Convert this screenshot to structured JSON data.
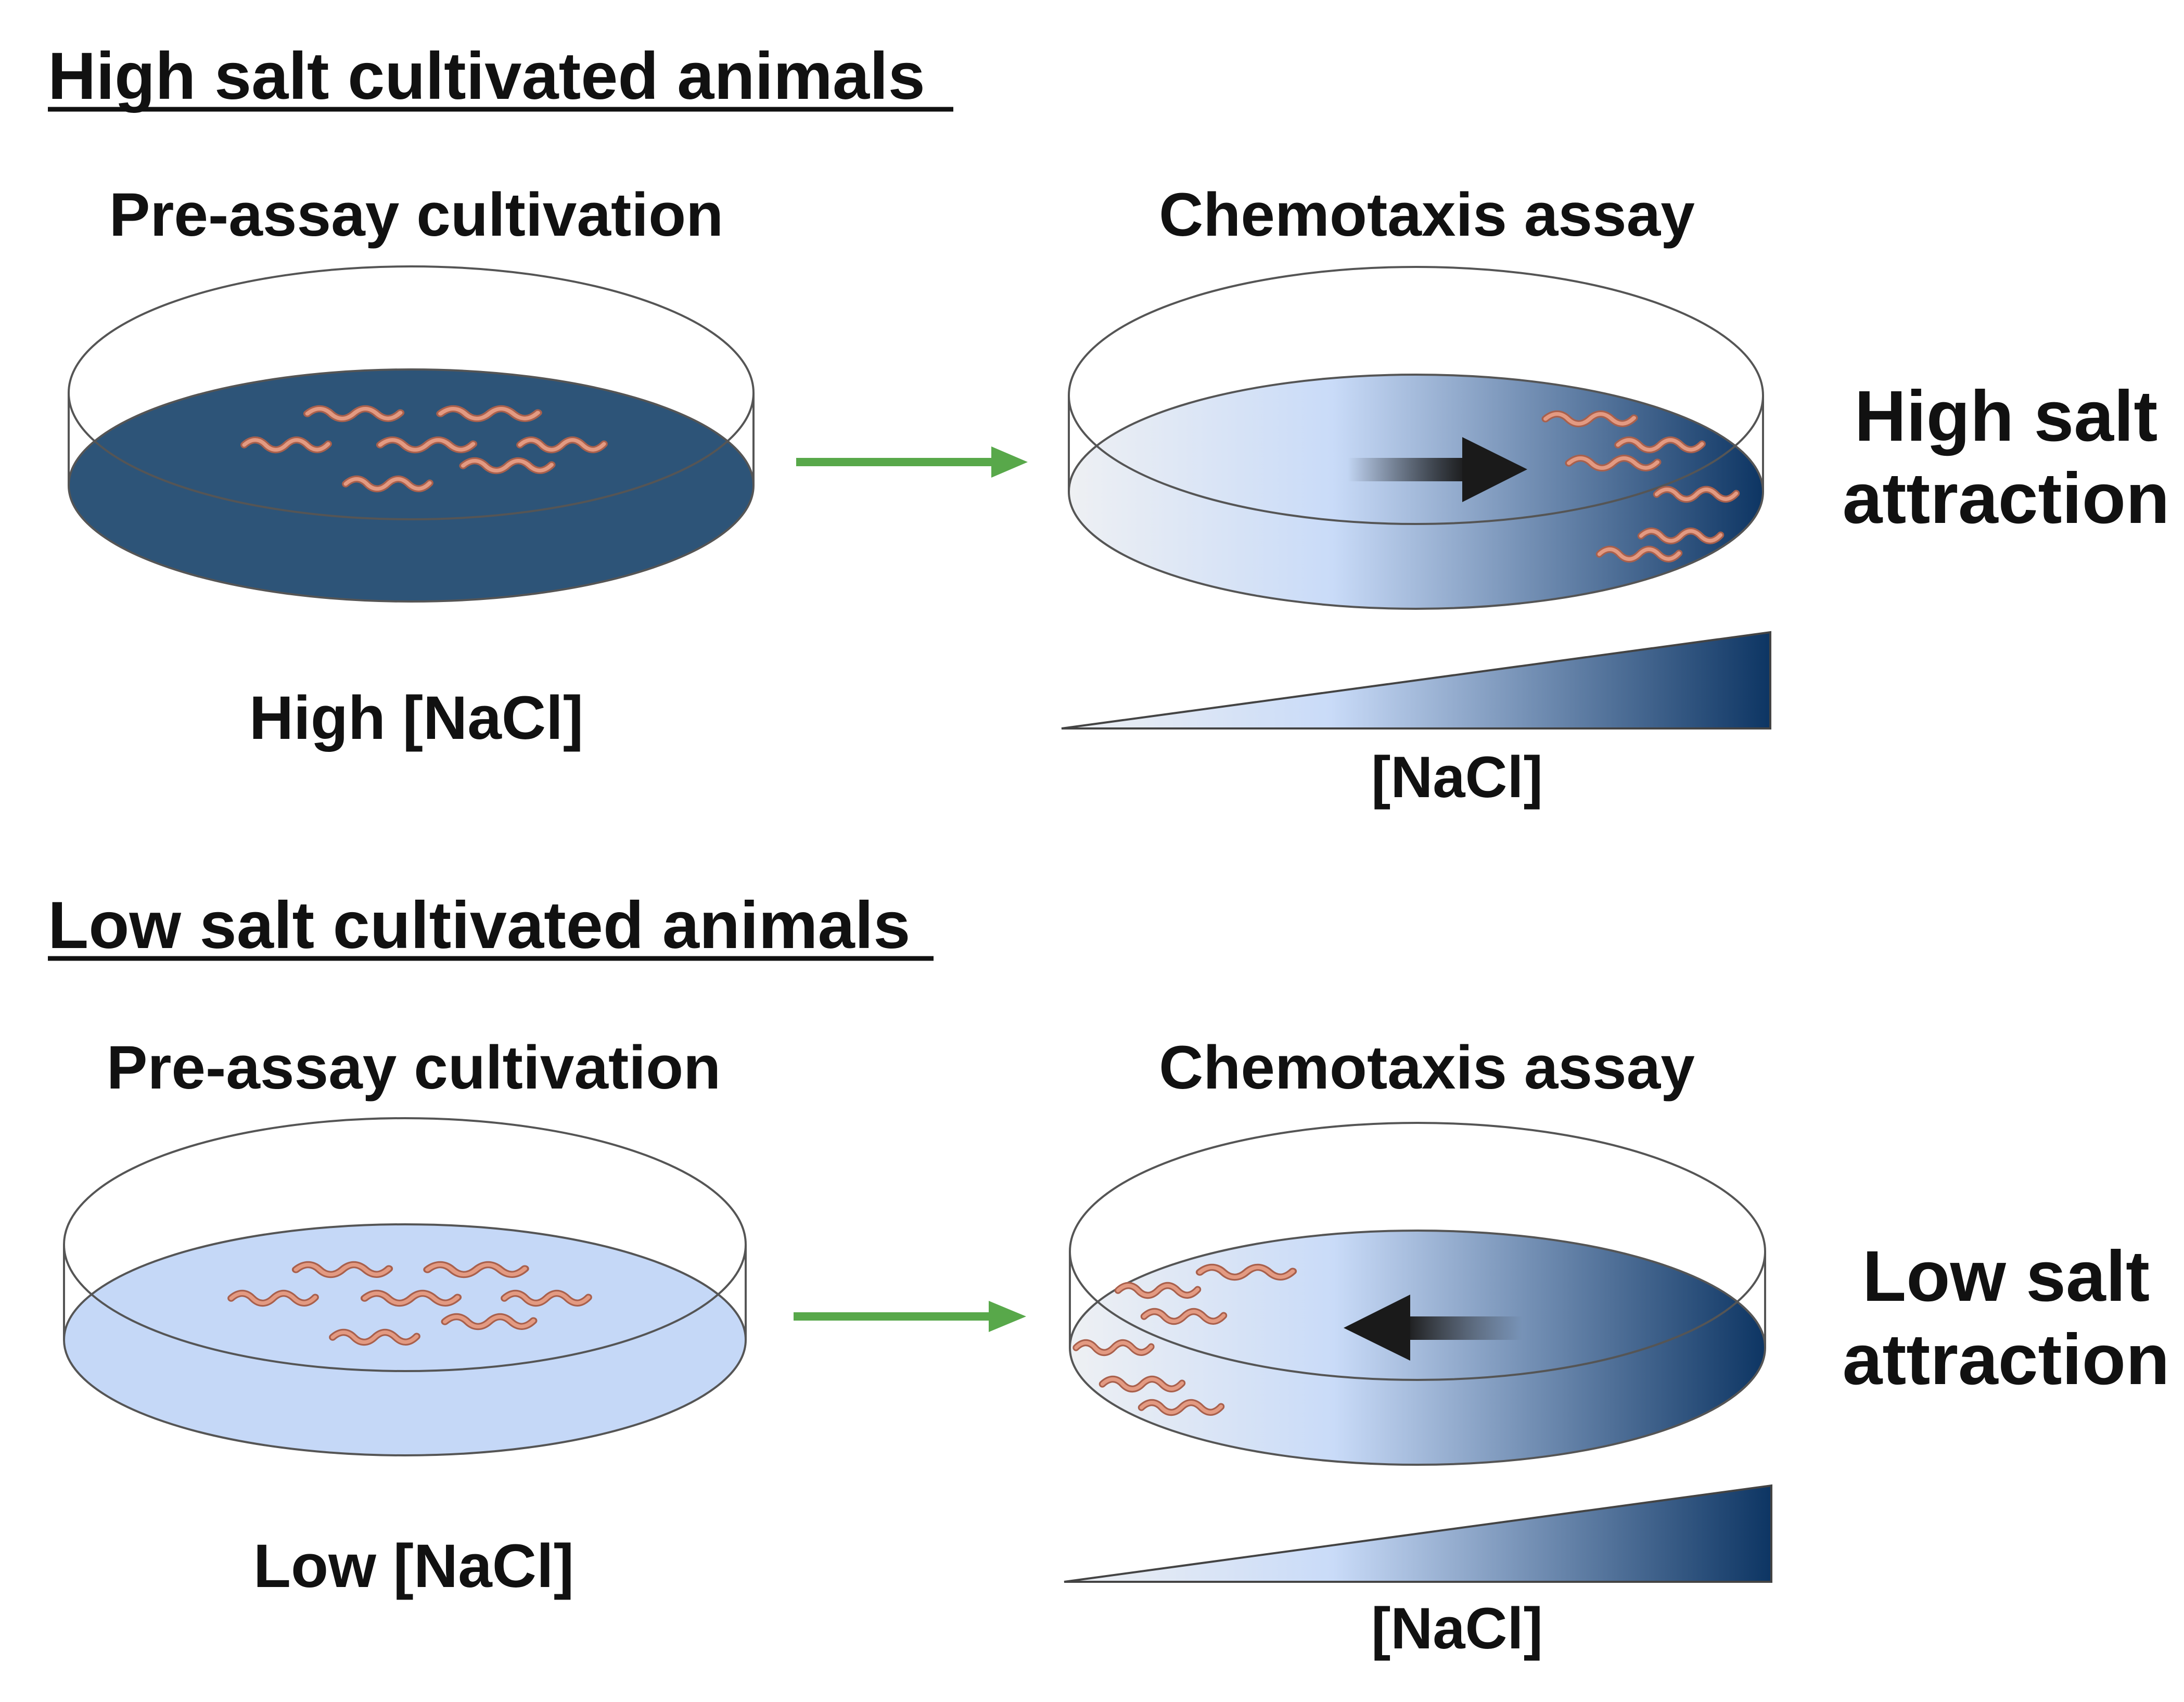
{
  "rows": [
    {
      "heading": "High salt cultivated animals",
      "cultivation_title": "Pre-assay cultivation",
      "cultivation_label": "High [NaCl]",
      "assay_title": "Chemotaxis assay",
      "gradient_label": "[NaCl]",
      "result_line1": "High salt",
      "result_line2": "attraction",
      "cultivation_dish_color": "#2d5478",
      "movement_direction": "toward high [NaCl]"
    },
    {
      "heading": "Low salt cultivated animals",
      "cultivation_title": "Pre-assay cultivation",
      "cultivation_label": "Low [NaCl]",
      "assay_title": "Chemotaxis assay",
      "gradient_label": "[NaCl]",
      "result_line1": "Low salt",
      "result_line2": "attraction",
      "cultivation_dish_color": "#c5d8f7",
      "movement_direction": "toward low [NaCl]"
    }
  ],
  "colors": {
    "gradient_low": "#eef0f3",
    "gradient_mid": "#c9dbf8",
    "gradient_high": "#0d3563",
    "transition_arrow": "#58a84a",
    "movement_arrow": "#1a1a1a",
    "worm": "#d98a72"
  }
}
